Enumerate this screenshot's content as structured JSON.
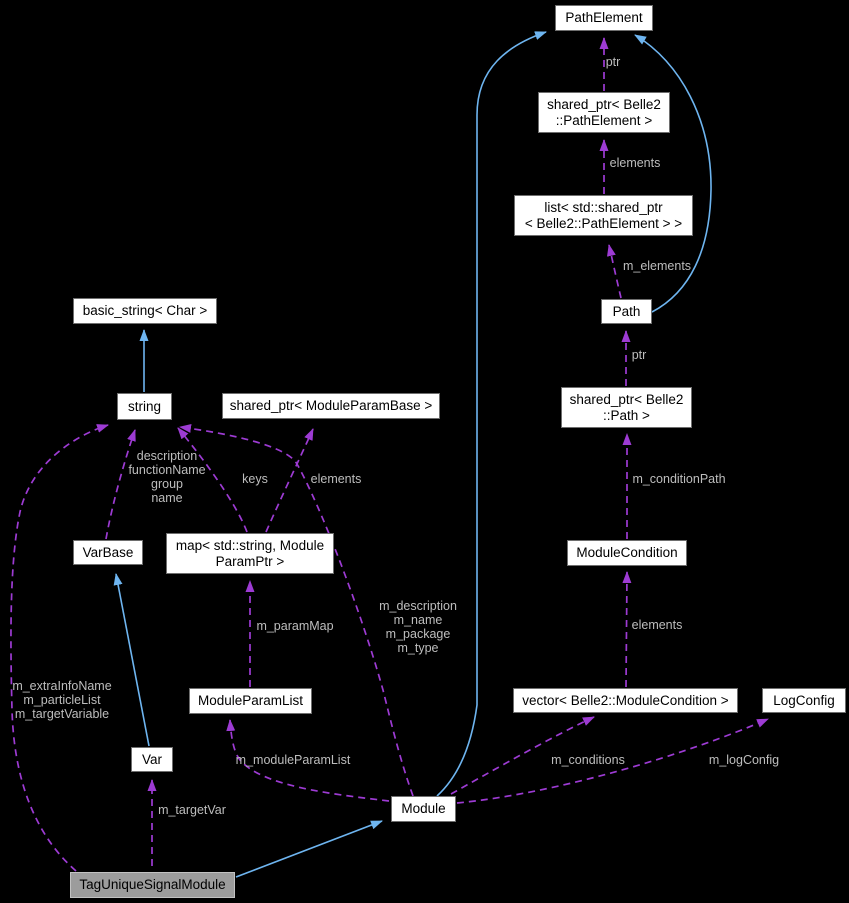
{
  "diagram": {
    "kind": "collaboration-graph",
    "highlighted_node": "TagUniqueSignalModule"
  },
  "colors": {
    "background": "#000000",
    "node_fill": "#ffffff",
    "node_border": "#6e6e6e",
    "highlight_fill": "#9c9c9c",
    "highlight_border": "#c2c2c2",
    "inherit_edge": "#6eb5f0",
    "usage_edge": "#9d3bd3",
    "edge_label": "#bdbdbd",
    "node_text": "#000000"
  },
  "nodes": {
    "pathElement": {
      "label": "PathElement"
    },
    "sharedPtrPathElement": {
      "label": "shared_ptr< Belle2\n::PathElement >"
    },
    "listSharedPtrPathElement": {
      "label": "list< std::shared_ptr\n< Belle2::PathElement > >"
    },
    "path": {
      "label": "Path"
    },
    "sharedPtrPath": {
      "label": "shared_ptr< Belle2\n::Path >"
    },
    "moduleCondition": {
      "label": "ModuleCondition"
    },
    "vectorModuleCondition": {
      "label": "vector< Belle2::ModuleCondition >"
    },
    "logConfig": {
      "label": "LogConfig"
    },
    "basicString": {
      "label": "basic_string< Char >"
    },
    "string": {
      "label": "string"
    },
    "sharedPtrModuleParamBase": {
      "label": "shared_ptr< ModuleParamBase >"
    },
    "varBase": {
      "label": "VarBase"
    },
    "mapStringModuleParamPtr": {
      "label": "map< std::string, Module\nParamPtr >"
    },
    "moduleParamList": {
      "label": "ModuleParamList"
    },
    "var": {
      "label": "Var"
    },
    "module": {
      "label": "Module"
    },
    "tagUniqueSignalModule": {
      "label": "TagUniqueSignalModule"
    }
  },
  "edge_labels": {
    "ptrPathElement": "ptr",
    "elementsPathElement": "elements",
    "mElements": "m_elements",
    "ptrPath": "ptr",
    "mConditionPath": "m_conditionPath",
    "elementsModuleCondition": "elements",
    "mConditions": "m_conditions",
    "mLogConfig": "m_logConfig",
    "moduleStringMembers": "m_description\nm_name\nm_package\nm_type",
    "mParamMap": "m_paramMap",
    "mModuleParamList": "m_moduleParamList",
    "keys": "keys",
    "elementsModuleParamBase": "elements",
    "varBaseStringMembers": "description\nfunctionName\ngroup\nname",
    "tagStringMembers": "m_extraInfoName\nm_particleList\nm_targetVariable",
    "mTargetVar": "m_targetVar"
  }
}
